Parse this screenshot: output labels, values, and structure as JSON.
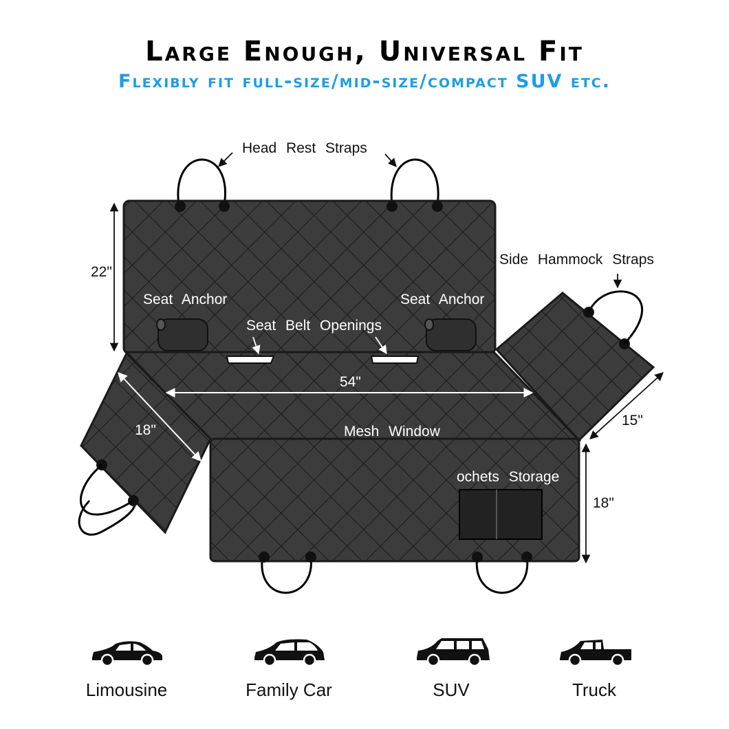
{
  "header": {
    "title": "Large Enough, Universal Fit",
    "subtitle": "Flexibly fit full-size/mid-size/compact SUV etc.",
    "subtitle_color": "#1a9ee8"
  },
  "labels": {
    "head_rest_straps": "Head Rest Straps",
    "side_hammock_straps": "Side Hammock Straps",
    "seat_anchor_left": "Seat Anchor",
    "seat_anchor_right": "Seat Anchor",
    "seat_belt_openings": "Seat Belt Openings",
    "mesh_window": "Mesh Window",
    "pockets_storage": "ochets Storage"
  },
  "dimensions": {
    "backrest_height": "22\"",
    "width": "54\"",
    "left_flap": "18\"",
    "right_flap": "15\"",
    "front_drop": "18\""
  },
  "vehicles": [
    {
      "label": "Limousine",
      "icon": "sedan-icon"
    },
    {
      "label": "Family Car",
      "icon": "hatchback-icon"
    },
    {
      "label": "SUV",
      "icon": "suv-icon"
    },
    {
      "label": "Truck",
      "icon": "pickup-truck-icon"
    }
  ],
  "colors": {
    "cover_fill": "#3a3a3a",
    "quilt_lines": "#1c1c1c",
    "text_on_cover": "#ffffff",
    "text_dark": "#111111"
  }
}
